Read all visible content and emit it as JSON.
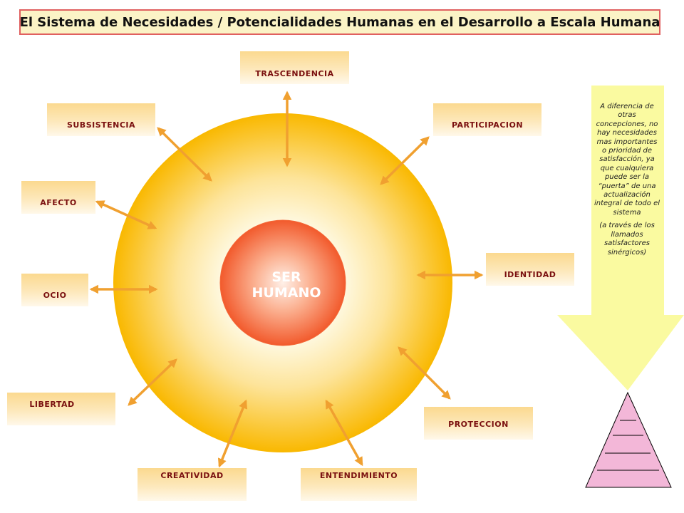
{
  "title": "El Sistema de Necesidades / Potencialidades Humanas en el Desarrollo a Escala Humana",
  "center": {
    "line1": "SER",
    "line2": "HUMANO"
  },
  "needs": {
    "trascendencia": "TRASCENDENCIA",
    "subsistencia": "SUBSISTENCIA",
    "participacion": "PARTICIPACION",
    "afecto": "AFECTO",
    "identidad": "IDENTIDAD",
    "ocio": "OCIO",
    "libertad": "LIBERTAD",
    "proteccion": "PROTECCION",
    "creatividad": "CREATIVIDAD",
    "entendimiento": "ENTENDIMIENTO"
  },
  "note": {
    "main": "A diferencia de otras concepciones, no hay necesidades mas importantes o prioridad de satisfacción, ya que cualquiera puede ser la “puerta” de una actualización integral de todo el sistema",
    "secondary": "(a través de los llamados satisfactores sinérgicos)"
  },
  "colors": {
    "arrow": "#f0a030",
    "label_text": "#7a1010",
    "title_border": "#e06060",
    "title_bg": "#fbf3c6",
    "outer_circle": "#f9b800",
    "inner_circle": "#f46a3a",
    "note_arrow": "#fafaa0",
    "pyramid": "#f3b7d8"
  }
}
